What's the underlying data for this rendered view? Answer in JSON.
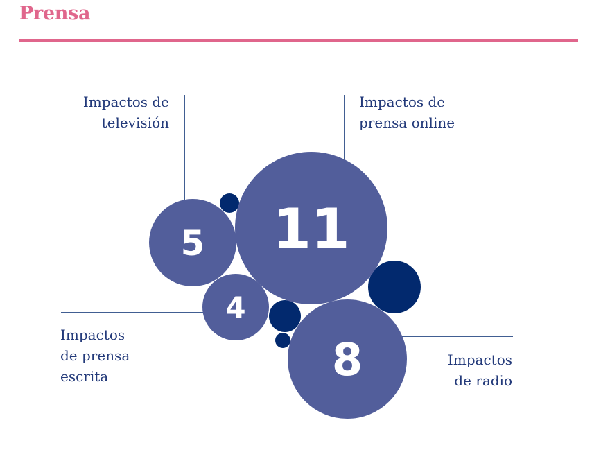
{
  "header": {
    "title": "Prensa"
  },
  "colors": {
    "accent": "#e0668c",
    "bubble": "#525e9b",
    "dot": "#02296e",
    "line": "#02296e",
    "label": "#233a7a",
    "value_text": "#ffffff"
  },
  "chart_data": {
    "type": "bubble",
    "title": "",
    "series": [
      {
        "label_lines": [
          "Impactos de",
          "prensa online"
        ],
        "value": 11
      },
      {
        "label_lines": [
          "Impactos de",
          "televisión"
        ],
        "value": 5
      },
      {
        "label_lines": [
          "Impactos",
          "de prensa",
          "escrita"
        ],
        "value": 4
      },
      {
        "label_lines": [
          "Impactos",
          "de radio"
        ],
        "value": 8
      }
    ]
  }
}
